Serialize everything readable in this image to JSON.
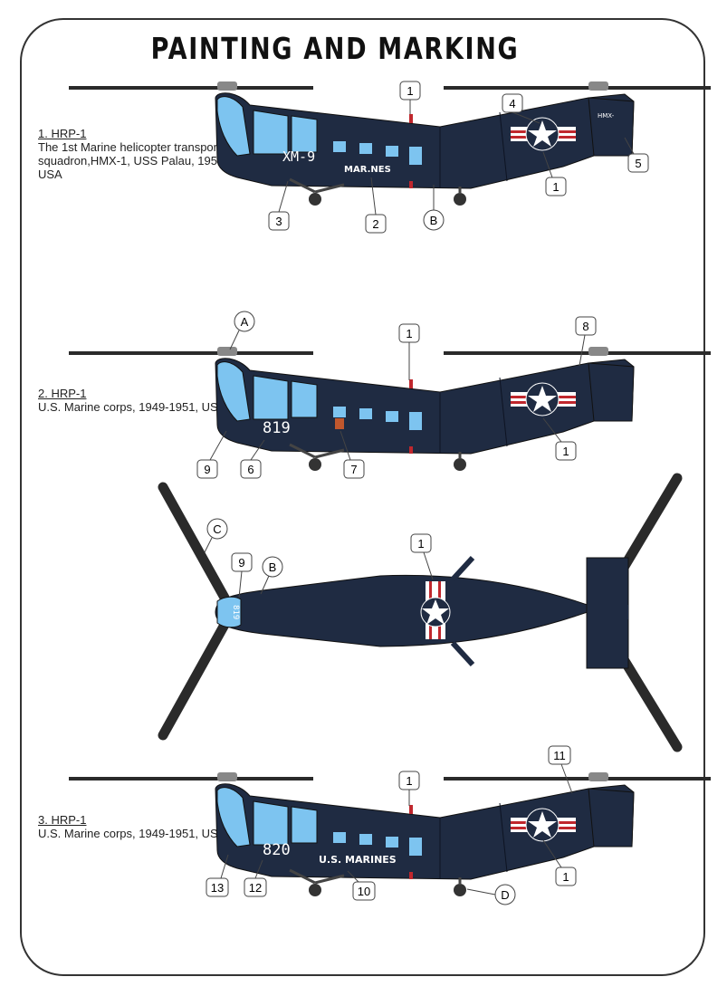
{
  "title": "PAINTING AND MARKING",
  "profiles": [
    {
      "heading": "1. HRP-1",
      "description": "The 1st Marine helicopter transport squadron,HMX-1,  USS Palau, 1951, USA",
      "nose_code": "XM-9",
      "body_text": "MAR.NES",
      "tail_text": "HMX-",
      "callouts": [
        "1",
        "4",
        "5",
        "1",
        "3",
        "2",
        "B"
      ]
    },
    {
      "heading": "2. HRP-1",
      "description": "U.S. Marine corps, 1949-1951, USA",
      "nose_code": "819",
      "body_text": "",
      "tail_text": "",
      "callouts": [
        "A",
        "1",
        "8",
        "1",
        "9",
        "6",
        "7"
      ]
    },
    {
      "heading": "3. HRP-1",
      "description": "U.S. Marine corps, 1949-1951, USA",
      "nose_code": "820",
      "body_text": "U.S. MARINES",
      "tail_text": "",
      "callouts": [
        "1",
        "11",
        "1",
        "13",
        "12",
        "10",
        "D"
      ]
    }
  ],
  "top_view": {
    "nose_code": "819",
    "callouts": [
      "C",
      "9",
      "B",
      "1"
    ]
  },
  "colors": {
    "fuselage": "#1f2b42",
    "glazing": "#7dc4f0",
    "rotor": "#2a2a2a",
    "roundel_blue": "#1f2b42",
    "insignia_red": "#c0272d",
    "insignia_white": "#ffffff"
  }
}
